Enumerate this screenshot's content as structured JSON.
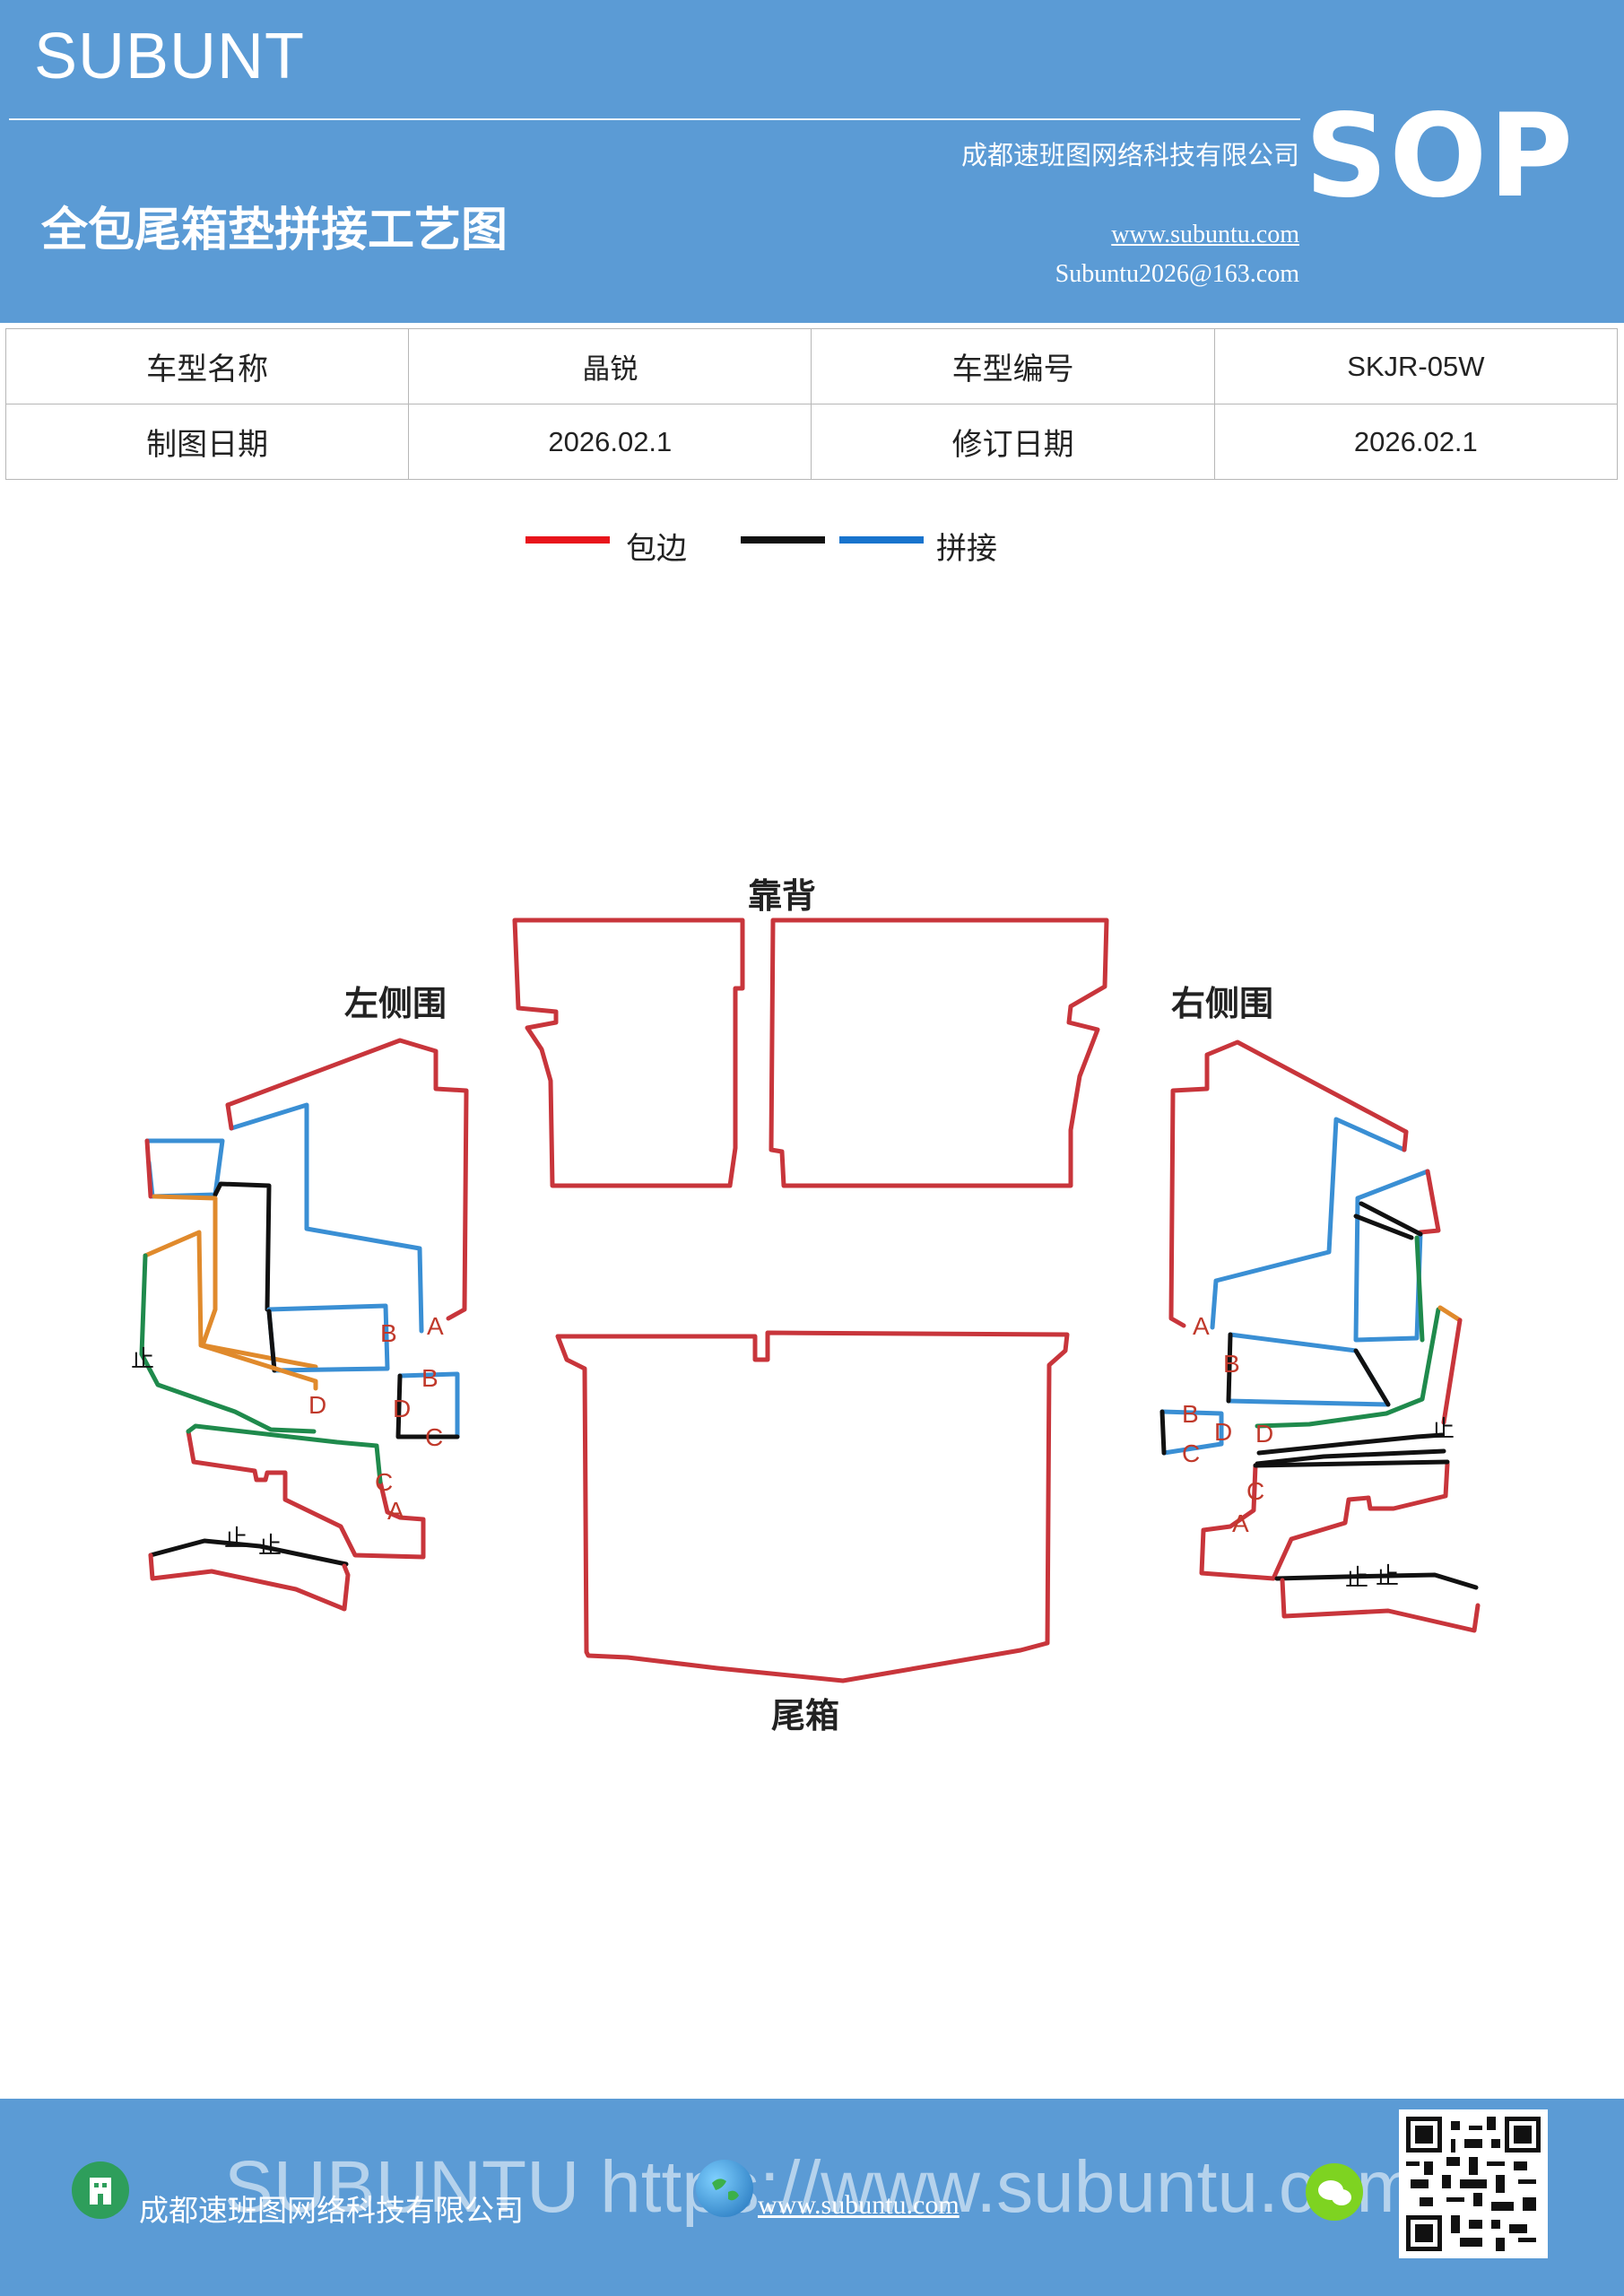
{
  "header": {
    "brand": "SUBUNT",
    "company": "成都速班图网络科技有限公司",
    "title": "全包尾箱垫拼接工艺图",
    "website": "www.subuntu.com",
    "email": "Subuntu2026@163.com",
    "badge": "SOP"
  },
  "info_table": {
    "rows": [
      [
        "车型名称",
        "晶锐",
        "车型编号",
        "SKJR-05W"
      ],
      [
        "制图日期",
        "2026.02.1",
        "修订日期",
        "2026.02.1"
      ]
    ]
  },
  "legend": {
    "items": [
      {
        "label": "包边",
        "color": "#e8141b"
      },
      {
        "label": "",
        "color": "#111111"
      },
      {
        "label": "拼接",
        "color": "#1874cd"
      }
    ]
  },
  "diagram": {
    "labels": {
      "backrest": "靠背",
      "left_side": "左侧围",
      "right_side": "右侧围",
      "trunk": "尾箱"
    },
    "markers": [
      "A",
      "B",
      "C",
      "D"
    ],
    "stop_mark": "止",
    "colors": {
      "edge": "#c8353b",
      "black": "#111111",
      "blue": "#3a8fd4",
      "orange": "#e08a2c",
      "green": "#1f8a4c"
    }
  },
  "footer": {
    "watermark": "SUBUNTU https://www.subuntu.com",
    "company": "成都速班图网络科技有限公司",
    "website": "www.subuntu.com"
  }
}
